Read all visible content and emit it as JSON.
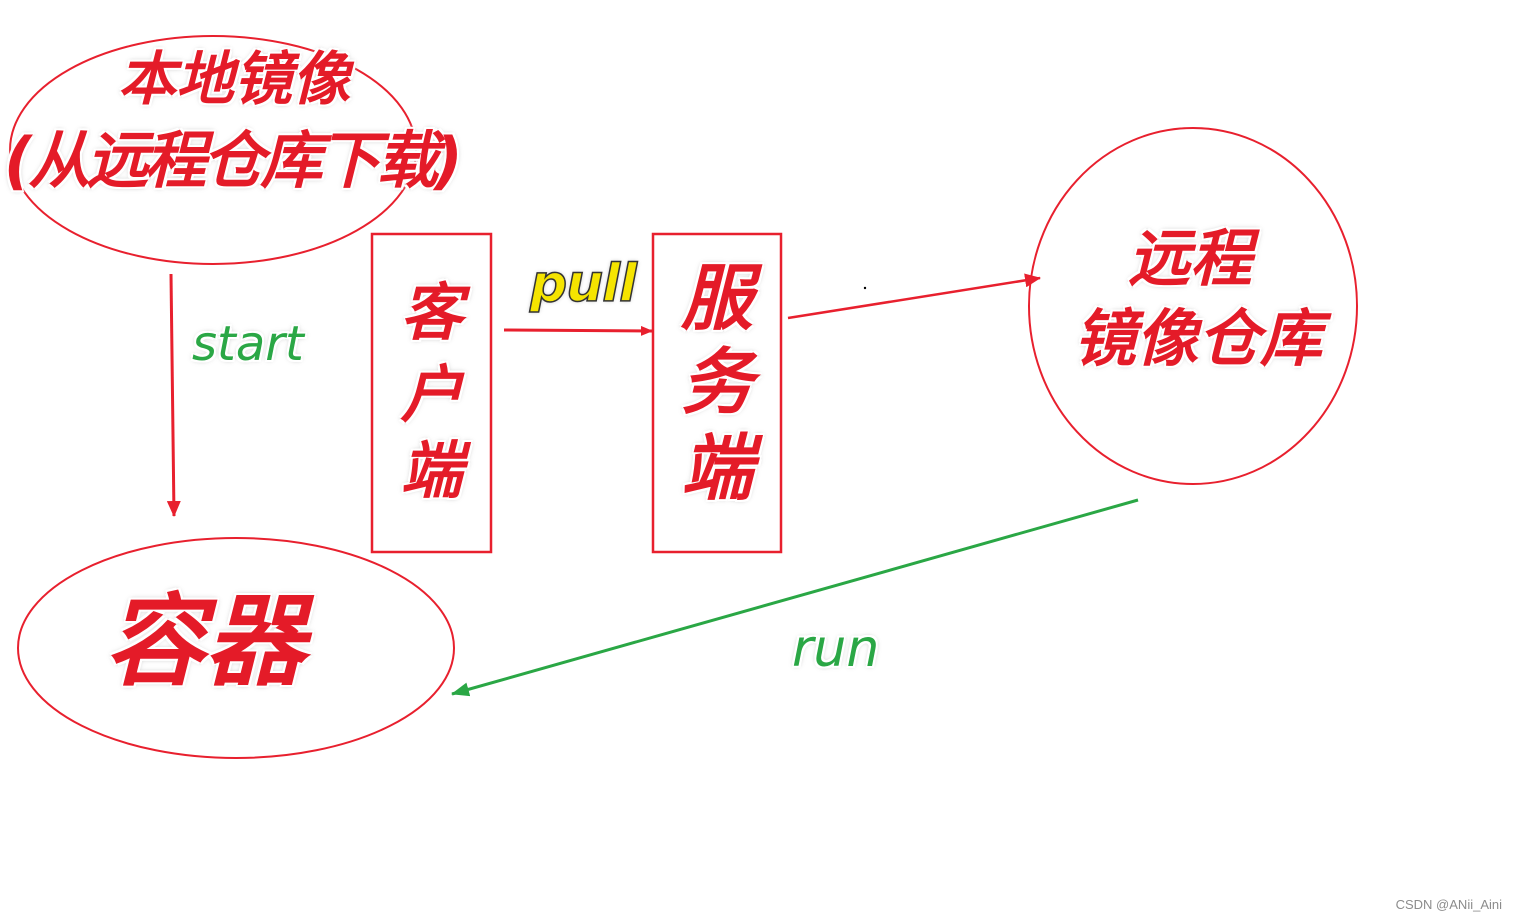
{
  "nodes": {
    "local_image": {
      "title": "本地镜像",
      "subtitle": "(从远程仓库下载)"
    },
    "container": {
      "label": "容器"
    },
    "client": {
      "chars": [
        "客",
        "户",
        "端"
      ]
    },
    "server": {
      "chars": [
        "服",
        "务",
        "端"
      ]
    },
    "remote_repo": {
      "line1": "远程",
      "line2": "镜像仓库"
    }
  },
  "edges": {
    "start": {
      "label": "start"
    },
    "pull": {
      "label": "pull"
    },
    "run": {
      "label": "run"
    }
  },
  "colors": {
    "shape": "#e8202e",
    "node_text": "#e41b28",
    "start_run": "#2aa745",
    "pull_fill": "#f5e400",
    "pull_outline": "#333333",
    "watermark": "#8c8c8c"
  },
  "watermark": "CSDN @ANii_Aini"
}
